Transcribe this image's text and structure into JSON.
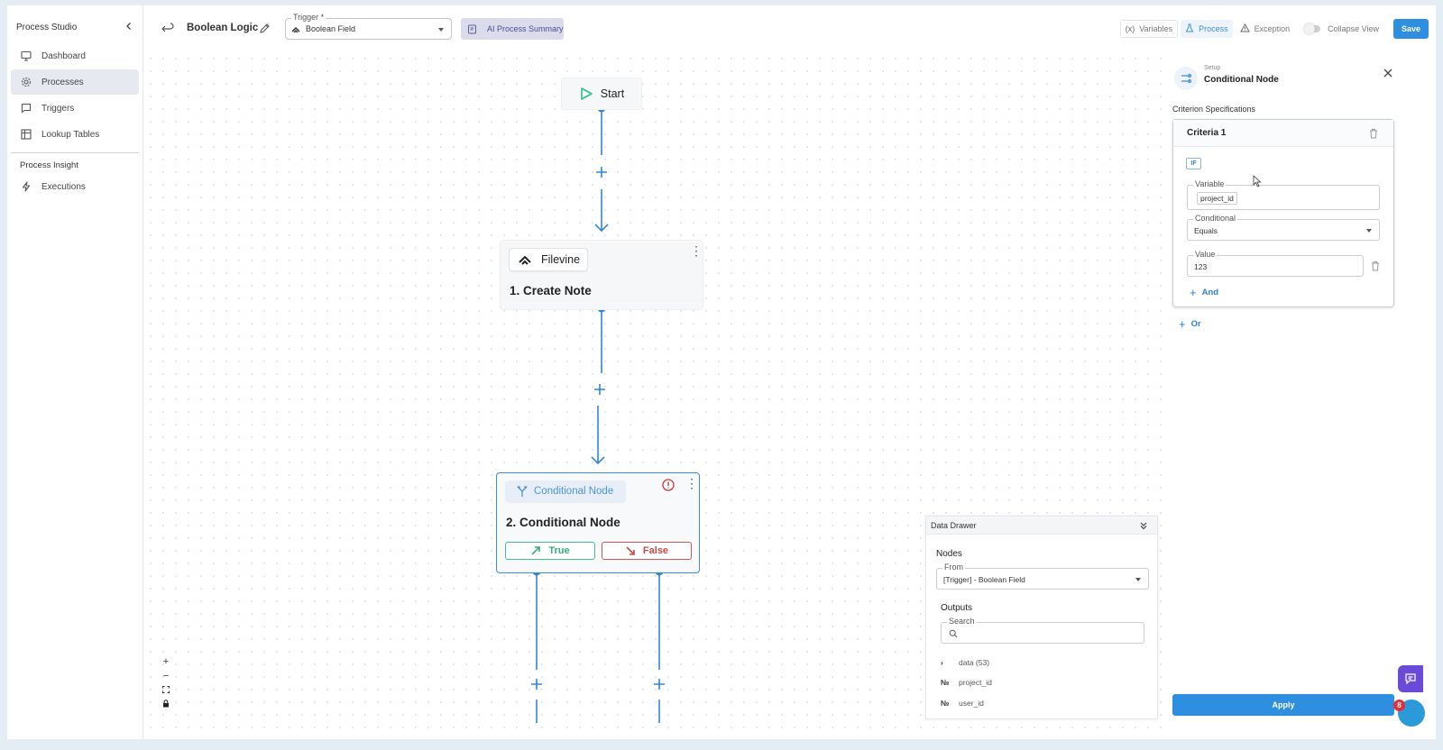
{
  "sidebar": {
    "title": "Process Studio",
    "items": [
      {
        "label": "Dashboard",
        "icon": "monitor-icon"
      },
      {
        "label": "Processes",
        "icon": "gear-icon"
      },
      {
        "label": "Triggers",
        "icon": "message-square-icon"
      },
      {
        "label": "Lookup Tables",
        "icon": "table-icon"
      }
    ],
    "section_title": "Process Insight",
    "insight_items": [
      {
        "label": "Executions",
        "icon": "lightning-icon"
      }
    ]
  },
  "header": {
    "process_name": "Boolean Logic",
    "trigger_label": "Trigger *",
    "trigger_value": "Boolean Field",
    "ai_summary_label": "AI Process Summary",
    "variables_label": "Variables",
    "variables_icon_text": "(x)",
    "process_label": "Process",
    "exception_label": "Exception",
    "collapse_view_label": "Collapse View",
    "save_label": "Save"
  },
  "canvas": {
    "start_label": "Start",
    "filevine_node": {
      "chip_label": "Filevine",
      "title": "1. Create Note"
    },
    "conditional_node": {
      "chip_label": "Conditional Node",
      "title": "2. Conditional Node",
      "true_label": "True",
      "false_label": "False"
    },
    "zoom_controls": [
      "+",
      "−",
      "⛶",
      "🔒"
    ]
  },
  "data_drawer": {
    "title": "Data Drawer",
    "nodes_label": "Nodes",
    "from_label": "From",
    "from_value": "[Trigger] - Boolean Field",
    "outputs_label": "Outputs",
    "search_label": "Search",
    "tree": [
      {
        "label": "data (53)",
        "icon": "›"
      },
      {
        "label": "project_id",
        "icon": "№"
      },
      {
        "label": "user_id",
        "icon": "№"
      }
    ]
  },
  "panel": {
    "subtitle": "Setup",
    "title": "Conditional Node",
    "criterion_spec_label": "Criterion Specifications",
    "criteria_title": "Criteria 1",
    "if_label": "IF",
    "variable_label": "Variable",
    "variable_value": "project_id",
    "conditional_label": "Conditional",
    "conditional_value": "Equals",
    "value_label": "Value",
    "value_value": "123",
    "and_label": "And",
    "or_label": "Or",
    "apply_label": "Apply"
  },
  "notifications": {
    "badge_count": "8"
  },
  "colors": {
    "accent": "#2e8ee0",
    "true": "#34b07a",
    "false": "#c24a4a",
    "edge": "#2f86d6"
  }
}
